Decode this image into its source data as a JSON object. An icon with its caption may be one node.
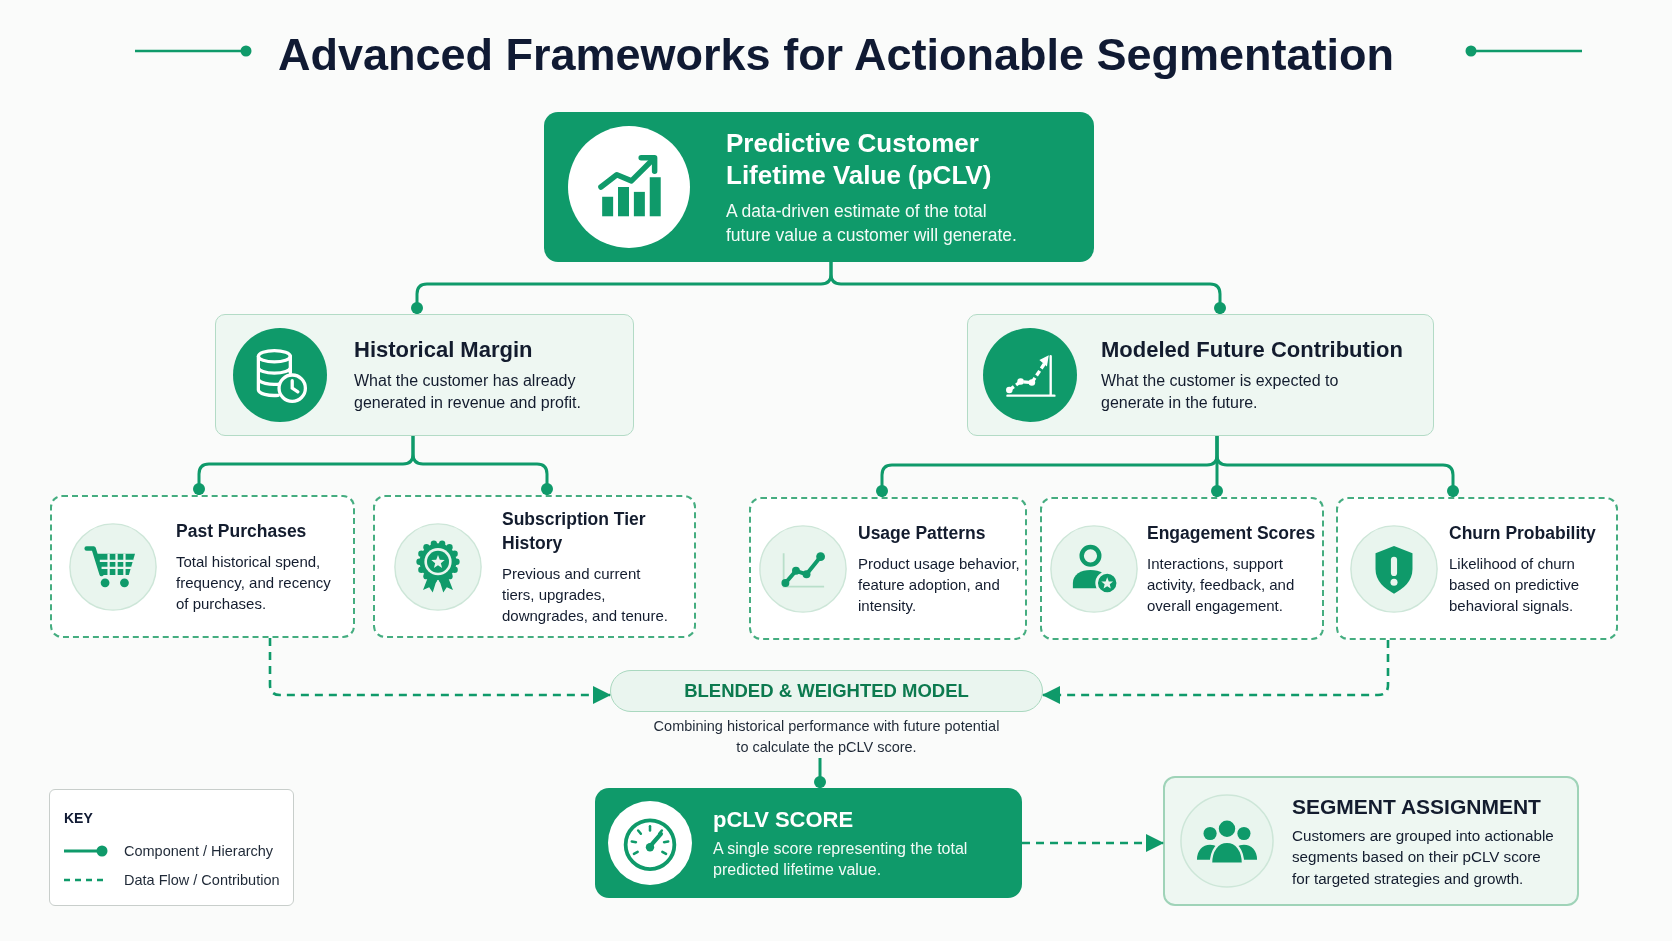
{
  "diagram": {
    "title": "Advanced Frameworks for Actionable Segmentation",
    "nodes": [
      {
        "text": [
          "Predictive Customer Lifetime Value (pCLV)",
          "A data-driven estimate of the total future value a customer will generate."
        ]
      },
      {
        "text": [
          "Historical Margin",
          "What the customer has already generated in revenue and profit."
        ]
      },
      {
        "text": [
          "Modeled Future Contribution",
          "What the customer is expected to generate in the future."
        ]
      },
      {
        "text": [
          "Past Purchases",
          "Total historical spend, frequency, and recency of purchases."
        ]
      },
      {
        "text": [
          "Subscription Tier History",
          "Previous and current tiers, upgrades, downgrades, and tenure."
        ]
      },
      {
        "text": [
          "Usage Patterns",
          "Product usage behavior, feature adoption, and intensity."
        ]
      },
      {
        "text": [
          "Engagement Scores",
          "Interactions, support activity, feedback, and overall engagement."
        ]
      },
      {
        "text": [
          "Churn Probability",
          "Likelihood of churn based on predictive behavioral signals."
        ]
      },
      {
        "text": [
          "BLENDED & WEIGHTED MODEL"
        ],
        "beside": [
          "Combining historical performance with future potential to calculate the pCLV score."
        ]
      },
      {
        "text": [
          "pCLV SCORE",
          "A single score representing the total predicted lifetime value."
        ]
      },
      {
        "text": [
          "SEGMENT ASSIGNMENT",
          "Customers are grouped into actionable segments based on their pCLV score for targeted strategies and growth."
        ]
      }
    ],
    "edges": [
      {
        "from": 0,
        "to": 1,
        "arrow": "other"
      },
      {
        "from": 0,
        "to": 2,
        "arrow": "other"
      },
      {
        "from": 1,
        "to": 3,
        "arrow": "other"
      },
      {
        "from": 1,
        "to": 4,
        "arrow": "other"
      },
      {
        "from": 2,
        "to": 5,
        "arrow": "other"
      },
      {
        "from": 2,
        "to": 6,
        "arrow": "other"
      },
      {
        "from": 2,
        "to": 7,
        "arrow": "other"
      },
      {
        "from": 3,
        "to": 8,
        "arrow": "to",
        "style": "dashed"
      },
      {
        "from": 7,
        "to": 8,
        "arrow": "to",
        "style": "dashed"
      },
      {
        "from": 8,
        "to": 9,
        "arrow": "other"
      },
      {
        "from": 9,
        "to": 10,
        "arrow": "to",
        "style": "dashed"
      }
    ],
    "labels": [
      "KEY"
    ],
    "legend": [
      {
        "text": "Component / Hierarchy"
      },
      {
        "text": "Data Flow / Contribution"
      }
    ]
  }
}
